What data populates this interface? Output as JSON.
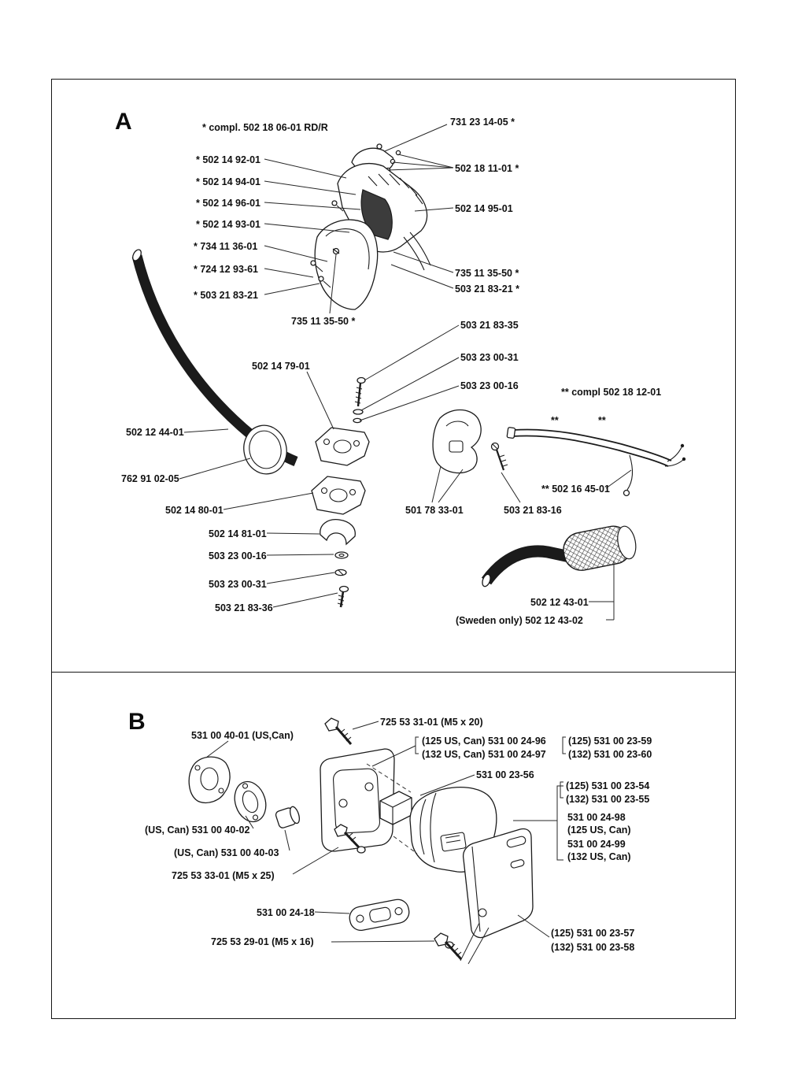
{
  "colors": {
    "ink": "#1b1b1b",
    "paper": "#ffffff"
  },
  "sections": {
    "a": {
      "letter": "A",
      "labels": [
        {
          "text": "* compl. 502 18 06-01 RD/R"
        },
        {
          "text": "731 23 14-05 *"
        },
        {
          "text": "* 502 14 92-01"
        },
        {
          "text": "502 18 11-01 *"
        },
        {
          "text": "* 502 14 94-01"
        },
        {
          "text": "* 502 14 96-01"
        },
        {
          "text": "502 14 95-01"
        },
        {
          "text": "* 502 14 93-01"
        },
        {
          "text": "* 734 11 36-01"
        },
        {
          "text": "* 724 12 93-61"
        },
        {
          "text": "735 11 35-50 *"
        },
        {
          "text": "503 21 83-21 *"
        },
        {
          "text": "* 503 21 83-21"
        },
        {
          "text": "735 11 35-50 *"
        },
        {
          "text": "503 21 83-35"
        },
        {
          "text": "503 23 00-31"
        },
        {
          "text": "502 14 79-01"
        },
        {
          "text": "503 23 00-16"
        },
        {
          "text": "** compl 502 18 12-01"
        },
        {
          "text": "502 12 44-01"
        },
        {
          "text": "762 91 02-05"
        },
        {
          "text": "502 14 80-01"
        },
        {
          "text": "501 78 33-01"
        },
        {
          "text": "503 21 83-16"
        },
        {
          "text": "** 502 16 45-01"
        },
        {
          "text": "502 14 81-01"
        },
        {
          "text": "503 23 00-16"
        },
        {
          "text": "503 23 00-31"
        },
        {
          "text": "503 21 83-36"
        },
        {
          "text": "502 12 43-01"
        },
        {
          "text": "(Sweden only) 502 12 43-02"
        },
        {
          "text": "**"
        },
        {
          "text": "**"
        }
      ]
    },
    "b": {
      "letter": "B",
      "labels": [
        {
          "text": "725 53 31-01 (M5 x 20)"
        },
        {
          "text": "531 00 40-01 (US,Can)"
        },
        {
          "text": "(125 US, Can) 531 00 24-96"
        },
        {
          "text": "(132 US, Can) 531 00 24-97"
        },
        {
          "text": "(125) 531 00 23-59"
        },
        {
          "text": "(132) 531 00 23-60"
        },
        {
          "text": "531 00 23-56"
        },
        {
          "text": "(125) 531 00 23-54"
        },
        {
          "text": "(132) 531 00 23-55"
        },
        {
          "text": "531 00 24-98"
        },
        {
          "text": "(125 US, Can)"
        },
        {
          "text": "(US, Can) 531 00 40-02"
        },
        {
          "text": "531 00 24-99"
        },
        {
          "text": "(132 US, Can)"
        },
        {
          "text": "(US, Can) 531 00 40-03"
        },
        {
          "text": "725 53 33-01 (M5 x 25)"
        },
        {
          "text": "531 00 24-18"
        },
        {
          "text": "725 53 29-01 (M5 x 16)"
        },
        {
          "text": "(125) 531 00 23-57"
        },
        {
          "text": "(132) 531 00 23-58"
        }
      ]
    }
  }
}
